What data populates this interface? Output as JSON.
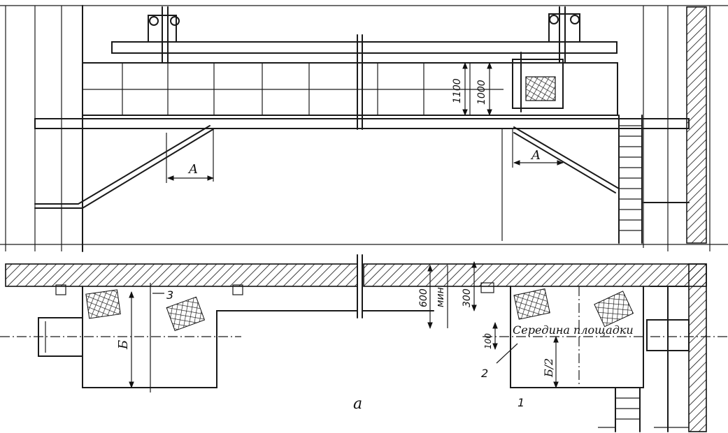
{
  "labels": {
    "a_upper": "A",
    "a_upper_right": "A",
    "h1100": "1100",
    "h1000": "1000",
    "d600": "600",
    "dmin": "мин",
    "d300": "300",
    "d100": "100",
    "b": "Б",
    "b_half": "Б/2",
    "mid_platform": "Середина площадки",
    "n1": "1",
    "n2": "2",
    "n3": "3",
    "caption": "а"
  }
}
